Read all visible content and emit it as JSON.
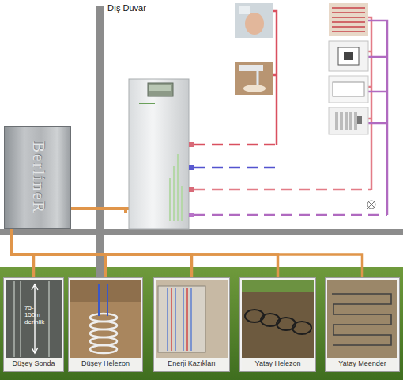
{
  "diagram": {
    "nodes": [
      {
        "text": [
          "BerlineR"
        ]
      },
      {
        "text": [
          "Düşey Sonda"
        ]
      },
      {
        "text": [
          "Düşey Helezon"
        ]
      },
      {
        "text": [
          "Enerji Kazıkları"
        ]
      },
      {
        "text": [
          "Yatay Helezon"
        ]
      },
      {
        "text": [
          "Yatay Meender"
        ]
      }
    ],
    "edges": [
      {
        "from": 0,
        "to": 1,
        "arrow": "none"
      },
      {
        "from": 0,
        "to": 2,
        "arrow": "none"
      },
      {
        "from": 0,
        "to": 3,
        "arrow": "none"
      },
      {
        "from": 0,
        "to": 4,
        "arrow": "none"
      },
      {
        "from": 0,
        "to": 5,
        "arrow": "none"
      }
    ],
    "labels": [
      "Dış Duvar",
      "75-150m derinlik"
    ]
  }
}
